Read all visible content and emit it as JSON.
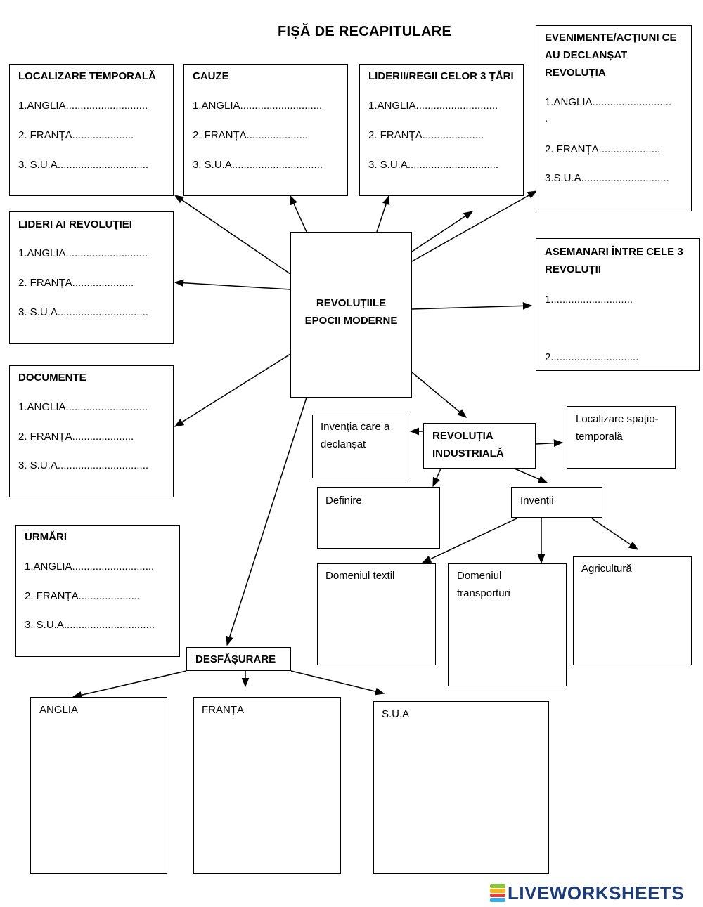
{
  "title": "FIȘĂ   DE RECAPITULARE",
  "dots_long": "............................",
  "boxes": {
    "localizare": {
      "title": "LOCALIZARE  TEMPORALĂ",
      "l1": "1.ANGLIA............................",
      "l2": "2. FRANȚA.....................",
      "l3": "3. S.U.A..............................."
    },
    "cauze": {
      "title": "CAUZE",
      "l1": "1.ANGLIA............................",
      "l2": "2. FRANȚA.....................",
      "l3": "3. S.U.A..............................."
    },
    "liderii_regii": {
      "title": "LIDERII/REGII CELOR 3 ȚĂRI",
      "l1": "1.ANGLIA............................",
      "l2": "2. FRANȚA.....................",
      "l3": "3. S.U.A..............................."
    },
    "evenimente": {
      "title_1": "EVENIMENTE/ACȚIUNI CE",
      "title_2": "AU DECLANȘAT",
      "title_3": "REVOLUȚIA",
      "l1": "1.ANGLIA...........................",
      "l1b": ".",
      "l2": "2. FRANȚA.....................",
      "l3": "3.S.U.A.............................."
    },
    "lideri_revolutiei": {
      "title": "LIDERI AI REVOLUȚIEI",
      "l1": "1.ANGLIA............................",
      "l2": "2. FRANȚA.....................",
      "l3": "3. S.U.A..............................."
    },
    "asemanari": {
      "title_1": "ASEMANARI ÎNTRE CELE 3",
      "title_2": "REVOLUȚII",
      "l1": "1............................",
      "l2": "2.............................."
    },
    "documente": {
      "title": "DOCUMENTE",
      "l1": "1.ANGLIA............................",
      "l2": "2. FRANȚA.....................",
      "l3": "3. S.U.A..............................."
    },
    "urmari": {
      "title": "URMĂRI",
      "l1": "1.ANGLIA............................",
      "l2": "2. FRANȚA.....................",
      "l3": "3. S.U.A..............................."
    },
    "center": {
      "line1": "REVOLUȚIILE",
      "line2": "EPOCII MODERNE"
    },
    "industriala": {
      "line1": "REVOLUȚIA",
      "line2": "INDUSTRIALĂ"
    },
    "inventia": {
      "line1": "Invenția care a",
      "line2": "declanșat"
    },
    "localizare_spatio": {
      "line1": "Localizare spațio-",
      "line2": "temporală"
    },
    "definire": {
      "label": "Definire"
    },
    "inventii": {
      "label": "Invenții"
    },
    "textil": {
      "label": "Domeniul textil"
    },
    "transport": {
      "line1": "Domeniul",
      "line2": "transporturi"
    },
    "agricultura": {
      "label": "Agricultură"
    },
    "desfasurare": {
      "label": "DESFĂȘURARE"
    },
    "anglia": {
      "label": "ANGLIA"
    },
    "franta": {
      "label": "FRANȚA"
    },
    "sua": {
      "label": "S.U.A"
    }
  },
  "logo": {
    "text": "LIVEWORKSHEETS",
    "colors": [
      "#8cc63f",
      "#f7b51c",
      "#e2403c",
      "#3aaee0"
    ]
  }
}
